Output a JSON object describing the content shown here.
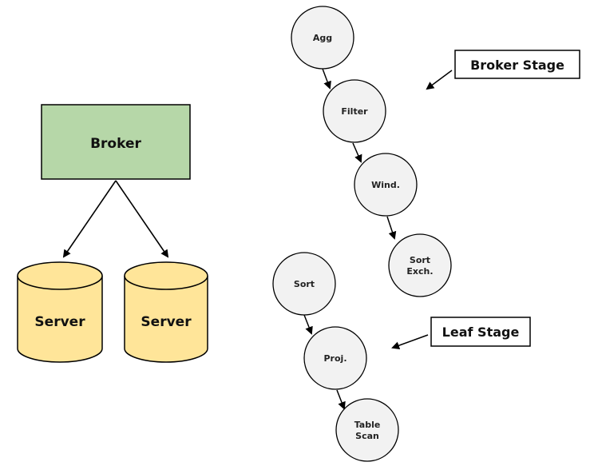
{
  "broker": {
    "label": "Broker"
  },
  "servers": [
    {
      "label": "Server"
    },
    {
      "label": "Server"
    }
  ],
  "stages": {
    "broker_stage": {
      "label": "Broker Stage",
      "nodes": [
        {
          "lines": [
            "Agg"
          ]
        },
        {
          "lines": [
            "Filter"
          ]
        },
        {
          "lines": [
            "Wind."
          ]
        },
        {
          "lines": [
            "Sort",
            "Exch."
          ]
        }
      ]
    },
    "leaf_stage": {
      "label": "Leaf Stage",
      "nodes": [
        {
          "lines": [
            "Sort"
          ]
        },
        {
          "lines": [
            "Proj."
          ]
        },
        {
          "lines": [
            "Table",
            "Scan"
          ]
        }
      ]
    }
  },
  "colors": {
    "broker_fill": "#b6d7a8",
    "server_fill": "#ffe599",
    "node_fill": "#f2f2f2",
    "stroke": "#000000"
  }
}
